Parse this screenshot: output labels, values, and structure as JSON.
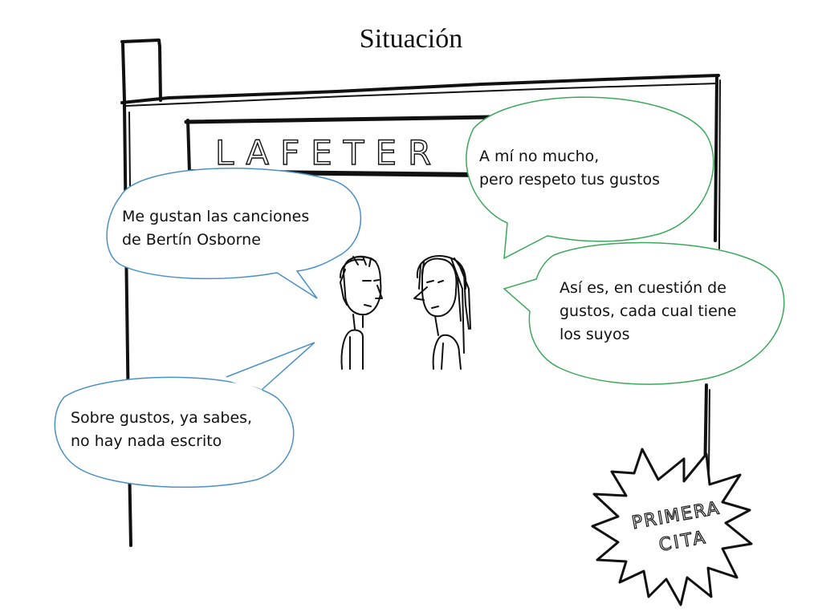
{
  "slide": {
    "title": "Situación",
    "sign_text": "LAFETER",
    "stamp": {
      "line1": "PRIMERA",
      "line2": "CITA"
    }
  },
  "bubbles": {
    "left_top": {
      "line1": "Me gustan las canciones",
      "line2": "de Bertín Osborne",
      "border_color": "#4a90c8"
    },
    "right_top": {
      "line1": "A mí no mucho,",
      "line2": "pero respeto tus gustos",
      "border_color": "#3aa85a"
    },
    "right_mid": {
      "line1": "Así es, en cuestión de",
      "line2": "gustos, cada cual tiene",
      "line3": "los suyos",
      "border_color": "#3aa85a"
    },
    "left_bottom": {
      "line1": "Sobre gustos, ya sabes,",
      "line2": "no hay nada escrito",
      "border_color": "#4a90c8"
    }
  }
}
